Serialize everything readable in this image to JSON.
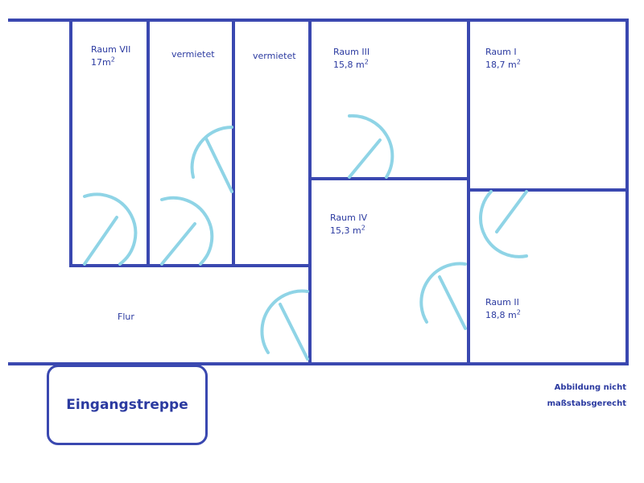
{
  "rooms": {
    "raum7": {
      "name": "Raum VII",
      "area_num": "17m",
      "area_exp": "2"
    },
    "vermietet1": {
      "name": "vermietet"
    },
    "vermietet2": {
      "name": "vermietet"
    },
    "raum3": {
      "name": "Raum III",
      "area_num": "15,8 m",
      "area_exp": "2"
    },
    "raum1": {
      "name": "Raum I",
      "area_num": "18,7 m",
      "area_exp": "2"
    },
    "raum4": {
      "name": "Raum IV",
      "area_num": "15,3 m",
      "area_exp": "2"
    },
    "raum2": {
      "name": "Raum II",
      "area_num": "18,8 m",
      "area_exp": "2"
    },
    "flur": {
      "name": "Flur"
    }
  },
  "stair": {
    "label": "Eingangstreppe"
  },
  "note": {
    "line1": "Abbildung nicht",
    "line2": "maßstabsgerecht"
  },
  "colors": {
    "wall": "#3a48b0",
    "door": "#8fd4e6",
    "text": "#2b3aa0"
  }
}
